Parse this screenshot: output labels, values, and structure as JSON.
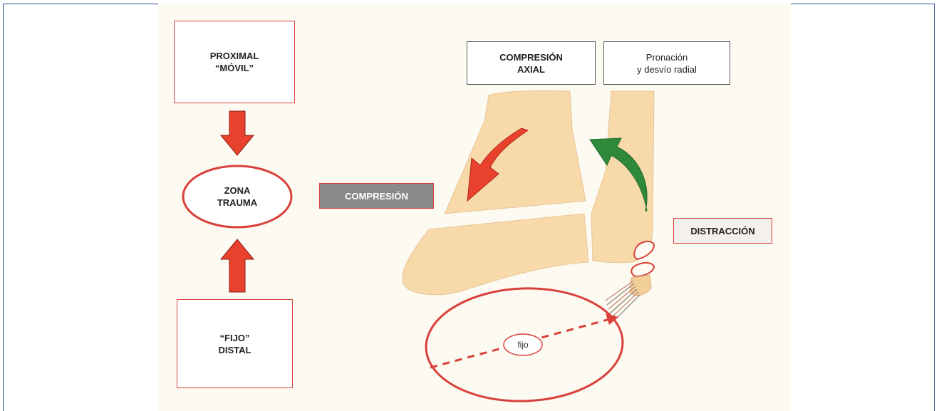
{
  "left_column": {
    "proximal_label": "PROXIMAL\n“MÓVIL”",
    "zona_label": "ZONA\nTRAUMA",
    "distal_label": "“FIJO”\nDISTAL"
  },
  "right_diagram": {
    "compresion_axial_label": "COMPRESIÓN\nAXIAL",
    "pronacion_label": "Pronación\ny desvío radial",
    "compresion_label": "COMPRESIÓN",
    "distraccion_label": "DISTRACCIÓN",
    "fijo_label": "fijo"
  },
  "colors": {
    "frame_border": "#2e4f8c",
    "panel_bg": "#fdfaf1",
    "bone_fill": "#f7d9aa",
    "accent_red": "#d9403a",
    "arrow_red": "#e8412e",
    "arrow_green": "#2e8a3a",
    "tag_gray": "#8a8a8a"
  }
}
